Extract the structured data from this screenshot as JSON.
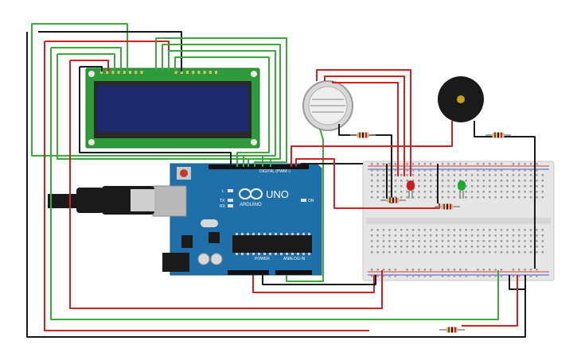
{
  "colors": {
    "background": "#ffffff",
    "wire_green": "#3aaa3a",
    "wire_red": "#d42020",
    "wire_black": "#1a1a1a",
    "board_blue": "#1f6fa8",
    "lcd_pcb": "#2e9b3a",
    "lcd_screen": "#1f2a6e",
    "breadboard": "#e9e9e9",
    "rail_red": "#d33a3a",
    "rail_blue": "#3a5ad3",
    "led_red": "#c81e1e",
    "led_green": "#1faa2e",
    "buzzer": "#1a1a1a"
  },
  "arduino": {
    "model_label": "UNO",
    "brand_label": "ARDUINO",
    "digital_label": "DIGITAL (PWM~)",
    "power_label": "POWER",
    "analog_label": "ANALOG IN",
    "led_tx": "TX",
    "led_rx": "RX",
    "led_l": "L",
    "led_on": "ON"
  },
  "components": {
    "lcd_icon": "lcd-16x2-icon",
    "gas_sensor_icon": "gas-sensor-icon",
    "buzzer_icon": "piezo-buzzer-icon",
    "usb_icon": "usb-b-cable-icon",
    "resistor_icon": "resistor-icon",
    "led_icon": "led-icon"
  }
}
